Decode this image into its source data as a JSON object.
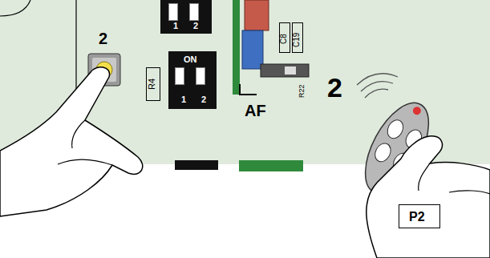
{
  "diagram": {
    "nodes": [
      {
        "text": [
          "1",
          "2"
        ]
      },
      {
        "text": [
          "R4"
        ]
      },
      {
        "text": [
          "ON",
          "1",
          "2"
        ]
      },
      {
        "text": [
          "C8"
        ]
      },
      {
        "text": [
          "C19"
        ]
      },
      {
        "text": [
          "P2"
        ]
      }
    ],
    "labels": [
      "2",
      "AF",
      "R22",
      "2"
    ]
  }
}
